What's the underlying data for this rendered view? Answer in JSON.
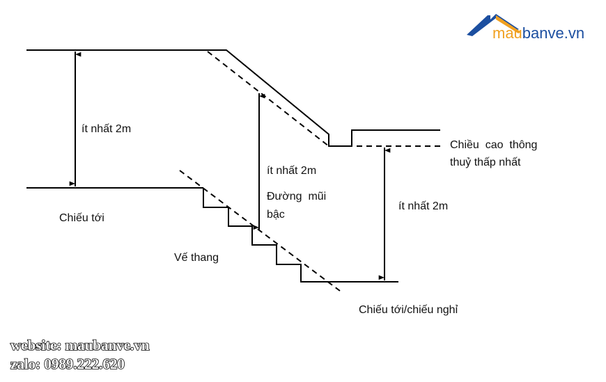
{
  "logo": {
    "part1": "mau",
    "part2": "banve.vn",
    "colors": {
      "orange": "#f0a020",
      "blue": "#1c4fa0"
    }
  },
  "labels": {
    "height_top": "ít nhất 2m",
    "height_mid": "ít nhất 2m",
    "nosing_line_1": "Đường  mũi",
    "nosing_line_2": "bậc",
    "height_right": "ít nhất 2m",
    "headroom_1": "Chiều  cao  thông",
    "headroom_2": "thuỷ thấp nhất",
    "landing": "Chiếu tới",
    "flight": "Vế thang",
    "landing_rest": "Chiếu tới/chiếu nghỉ"
  },
  "watermark": {
    "website": "website: maubanve.vn",
    "zalo": "zalo: 0989.222.620"
  }
}
